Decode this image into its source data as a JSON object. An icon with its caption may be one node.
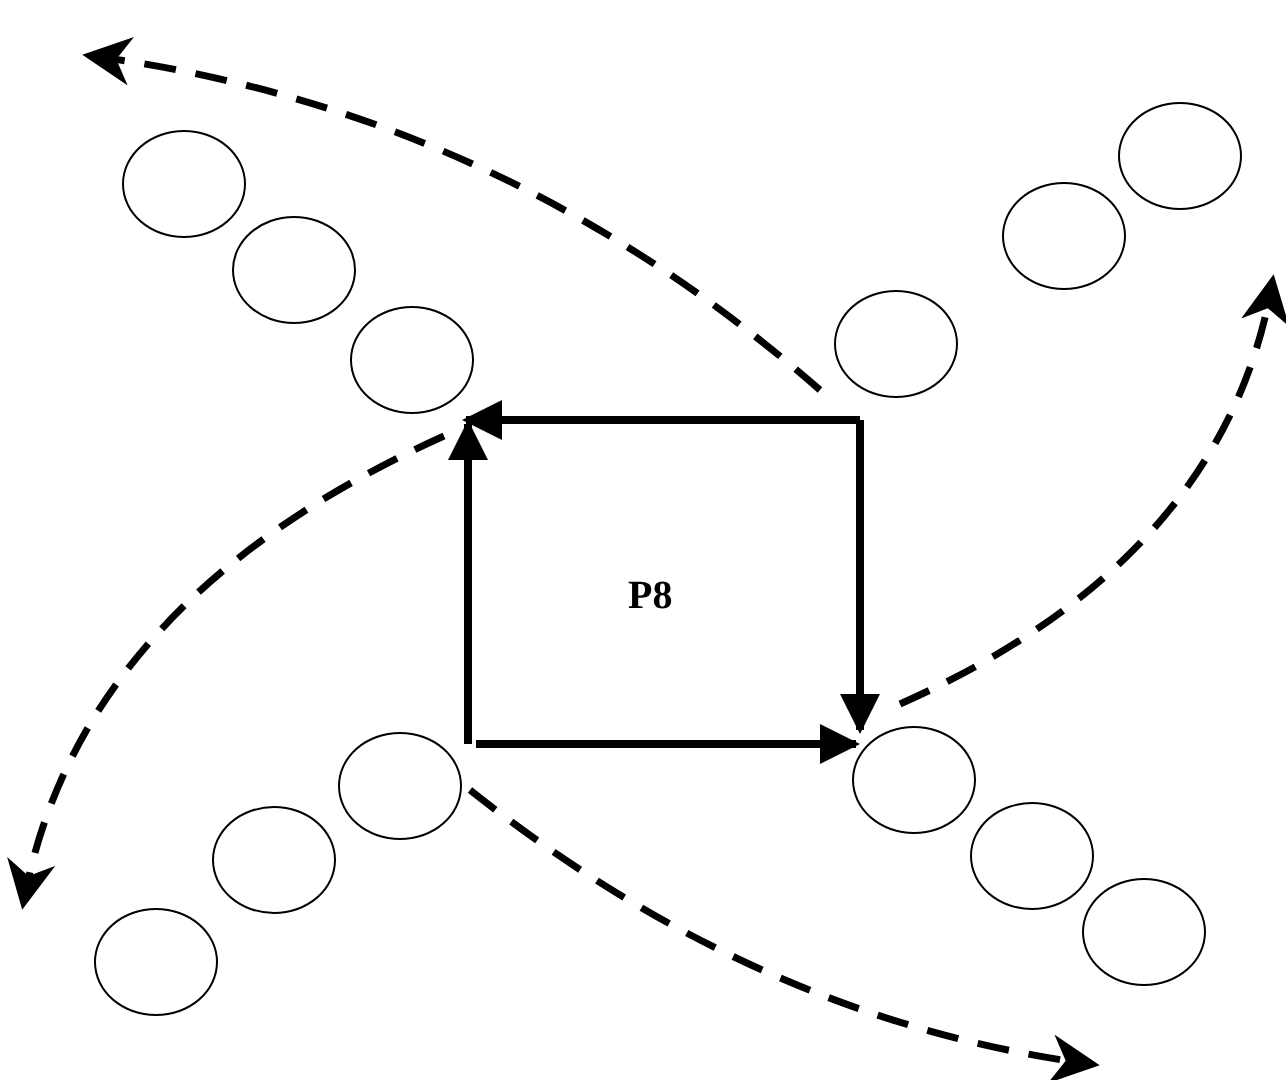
{
  "diagram": {
    "nodes": [
      {
        "text": [],
        "shape": "circle"
      },
      {
        "text": [],
        "shape": "circle"
      },
      {
        "text": [],
        "shape": "circle"
      },
      {
        "text": [],
        "shape": "circle"
      },
      {
        "text": [],
        "shape": "circle"
      },
      {
        "text": [],
        "shape": "circle"
      },
      {
        "text": [],
        "shape": "circle"
      },
      {
        "text": [],
        "shape": "circle"
      },
      {
        "text": [],
        "shape": "circle"
      },
      {
        "text": [],
        "shape": "circle"
      },
      {
        "text": [],
        "shape": "circle"
      },
      {
        "text": [],
        "shape": "circle"
      }
    ],
    "edges": [
      {
        "from": 5,
        "to": 2,
        "arrow": "to"
      },
      {
        "from": 5,
        "to": 9,
        "arrow": "to"
      },
      {
        "from": 6,
        "to": 2,
        "arrow": "to"
      },
      {
        "from": 6,
        "to": 9,
        "arrow": "to"
      },
      {
        "from": 5,
        "to": null,
        "arrow": "to",
        "style": "dashed"
      },
      {
        "from": 2,
        "to": null,
        "arrow": "to",
        "style": "dashed"
      },
      {
        "from": 6,
        "to": null,
        "arrow": "to",
        "style": "dashed"
      },
      {
        "from": 9,
        "to": null,
        "arrow": "to",
        "style": "dashed"
      }
    ],
    "labels": [
      "P8"
    ]
  }
}
